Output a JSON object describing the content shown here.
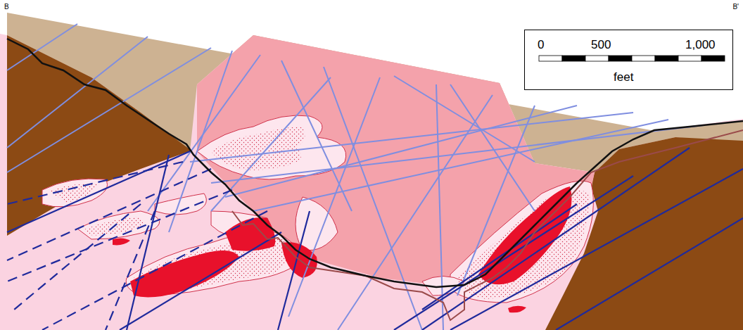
{
  "diagram": {
    "nodes": [
      {
        "text": [
          "0",
          "500",
          "1,000",
          "feet"
        ]
      }
    ],
    "labels": [
      "B",
      "B'"
    ]
  }
}
